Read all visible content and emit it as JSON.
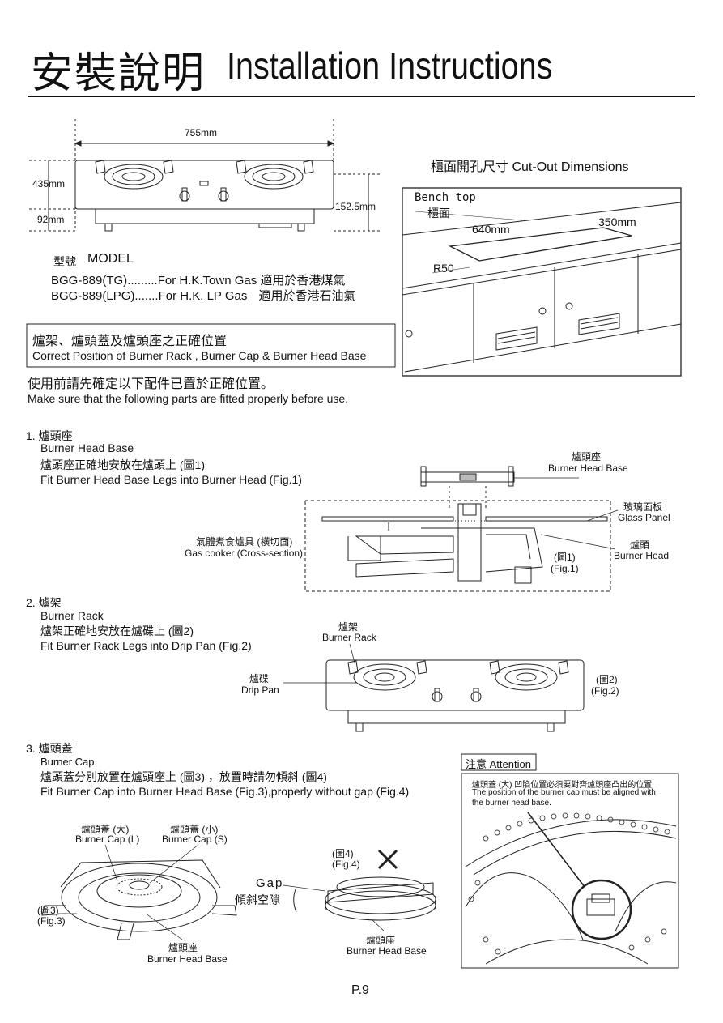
{
  "header": {
    "title_zh": "安裝說明",
    "title_en": "Installation Instructions"
  },
  "dims": {
    "width": "755mm",
    "depth": "435mm",
    "height": "92mm",
    "offset": "152.5mm"
  },
  "model": {
    "label_zh": "型號",
    "label_en": "MODEL",
    "items": [
      {
        "code": "BGG-889(TG)",
        "dots": ".........",
        "desc": "For H.K.Town Gas",
        "zh": "適用於香港煤氣"
      },
      {
        "code": "BGG-889(LPG)",
        "dots": ".......",
        "desc": "For H.K. LP Gas",
        "zh": "適用於香港石油氣"
      }
    ]
  },
  "cutout": {
    "title_zh": "櫃面開孔尺寸",
    "title_en": "Cut-Out Dimensions",
    "bench_en": "Bench top",
    "bench_zh": "櫃面",
    "w": "640mm",
    "d": "350mm",
    "radius": "R50"
  },
  "position_box": {
    "zh": "爐架、爐頭蓋及爐頭座之正確位置",
    "en": "Correct Position of Burner Rack , Burner Cap & Burner Head Base"
  },
  "intro": {
    "zh": "使用前請先確定以下配件已置於正確位置。",
    "en": "Make sure that the following parts are fitted properly before use."
  },
  "step1": {
    "num": "1.",
    "title_zh": "爐頭座",
    "title_en": "Burner Head Base",
    "inst_zh": "爐頭座正確地安放在爐頭上 (圖1)",
    "inst_en": "Fit Burner Head Base Legs into Burner Head (Fig.1)",
    "lbl_base_zh": "爐頭座",
    "lbl_base_en": "Burner Head Base",
    "lbl_glass_zh": "玻璃面板",
    "lbl_glass_en": "Glass Panel",
    "lbl_cooker_zh": "氣體煮食爐具 (橫切面)",
    "lbl_cooker_en": "Gas cooker (Cross-section)",
    "lbl_head_zh": "爐頭",
    "lbl_head_en": "Burner Head",
    "fig_zh": "(圖1)",
    "fig_en": "(Fig.1)"
  },
  "step2": {
    "num": "2.",
    "title_zh": "爐架",
    "title_en": "Burner Rack",
    "inst_zh": "爐架正確地安放在爐碟上 (圖2)",
    "inst_en": "Fit Burner Rack Legs into Drip Pan (Fig.2)",
    "lbl_rack_zh": "爐架",
    "lbl_rack_en": "Burner Rack",
    "lbl_pan_zh": "爐碟",
    "lbl_pan_en": "Drip Pan",
    "fig_zh": "(圖2)",
    "fig_en": "(Fig.2)"
  },
  "step3": {
    "num": "3.",
    "title_zh": "爐頭蓋",
    "title_en": "Burner Cap",
    "inst_zh": "爐頭蓋分別放置在爐頭座上 (圖3) ，放置時請勿傾斜 (圖4)",
    "inst_en": "Fit Burner Cap into Burner Head Base (Fig.3),properly without gap (Fig.4)",
    "cap_l_zh": "爐頭蓋 (大)",
    "cap_l_en": "Burner Cap (L)",
    "cap_s_zh": "爐頭蓋 (小)",
    "cap_s_en": "Burner Cap (S)",
    "fig3_zh": "(圖3)",
    "fig3_en": "(Fig.3)",
    "base_zh": "爐頭座",
    "base_en": "Burner Head Base",
    "fig4_zh": "(圖4)",
    "fig4_en": "(Fig.4)",
    "gap_en": "Gap",
    "gap_zh": "傾斜空隙",
    "base2_zh": "爐頭座",
    "base2_en": "Burner Head Base"
  },
  "attention": {
    "title_zh": "注意",
    "title_en": "Attention",
    "line_zh": "爐頭蓋 (大) 凹陷位置必須要對齊爐頭座凸出的位置",
    "line_en1": "The position of the burner cap must be aligned with",
    "line_en2": "the burner head base."
  },
  "footer": {
    "page": "P.9"
  }
}
